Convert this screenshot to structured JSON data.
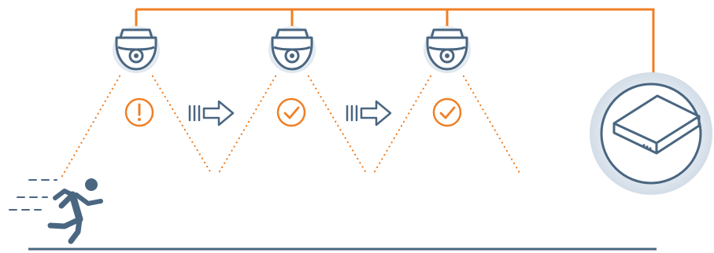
{
  "colors": {
    "accent": "#f07f24",
    "slate": "#4a6681",
    "device_halo": "#dfe7ef",
    "background": "#ffffff"
  },
  "diagram": {
    "cameras": [
      {
        "icon": "dome-camera-icon",
        "status_icon": "exclamation-icon",
        "status": "alert"
      },
      {
        "icon": "dome-camera-icon",
        "status_icon": "checkmark-icon",
        "status": "ok"
      },
      {
        "icon": "dome-camera-icon",
        "status_icon": "checkmark-icon",
        "status": "ok"
      }
    ],
    "handoff_arrows": [
      "handoff-arrow-icon",
      "handoff-arrow-icon"
    ],
    "recorder": {
      "icon": "recorder-box-icon"
    },
    "subject": {
      "icon": "running-person-icon"
    }
  }
}
